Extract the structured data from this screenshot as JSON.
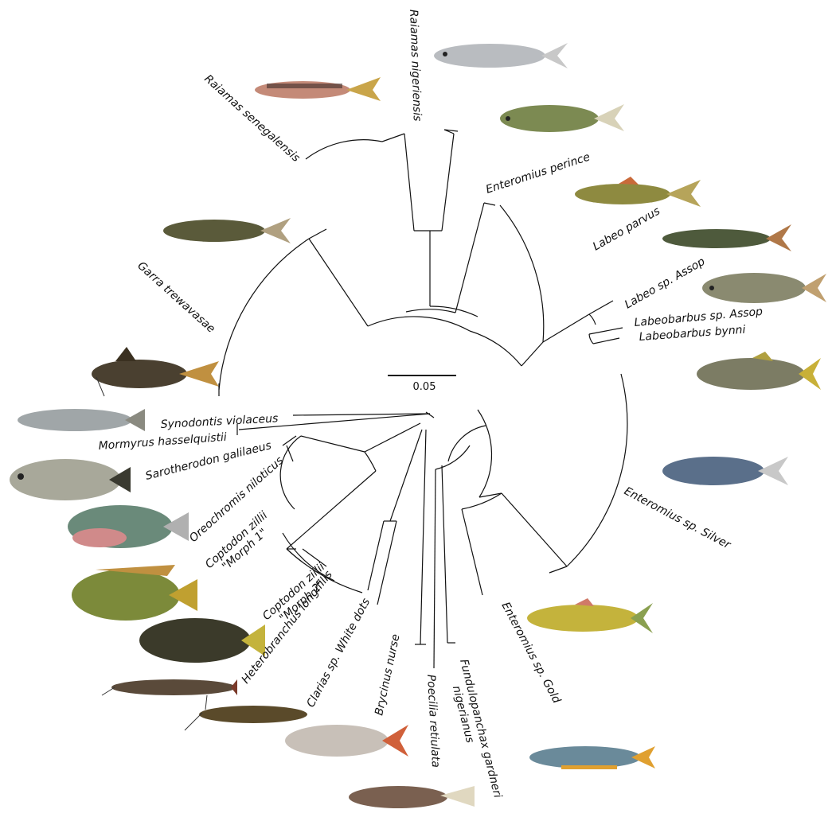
{
  "scale_bar": {
    "label": "0.05"
  },
  "taxa": [
    {
      "id": "raiamas-senegalensis",
      "name": "Raiamas senegalensis"
    },
    {
      "id": "raiamas-nigeriensis",
      "name": "Raiamas nigeriensis"
    },
    {
      "id": "enteromius-perince",
      "name": "Enteromius perince"
    },
    {
      "id": "labeo-parvus",
      "name": "Labeo parvus"
    },
    {
      "id": "labeo-sp-assop",
      "name": "Labeo sp. Assop"
    },
    {
      "id": "labeobarbus-sp-assop",
      "name": "Labeobarbus sp. Assop"
    },
    {
      "id": "labeobarbus-bynni",
      "name": "Labeobarbus bynni"
    },
    {
      "id": "enteromius-sp-silver",
      "name": "Enteromius sp. Silver"
    },
    {
      "id": "enteromius-sp-gold",
      "name": "Enteromius sp. Gold"
    },
    {
      "id": "fundulopanchax",
      "name": "Fundulopanchax gardneri",
      "name2": "nigerianus"
    },
    {
      "id": "poecilia-reticulata",
      "name": "Poecilia retiulata"
    },
    {
      "id": "brycinus-nurse",
      "name": "Brycinus nurse"
    },
    {
      "id": "clarias-sp-white-dots",
      "name": "Clarias sp. White dots"
    },
    {
      "id": "heterobranchus-longifilis",
      "name": "Heterobranchus longifilis"
    },
    {
      "id": "coptodon-morph2",
      "name": "Coptodon zillii",
      "name2": "\"Morph 2\""
    },
    {
      "id": "coptodon-morph1",
      "name": "Coptodon zillii",
      "name2": "\"Morph 1\""
    },
    {
      "id": "oreochromis-niloticus",
      "name": "Oreochromis niloticus"
    },
    {
      "id": "sarotherodon-galilaeus",
      "name": "Sarotherodon galilaeus"
    },
    {
      "id": "mormyrus-hasselquistii",
      "name": "Mormyrus hasselquistii"
    },
    {
      "id": "synodontis-violaceus",
      "name": "Synodontis violaceus"
    },
    {
      "id": "garra-trewavasae",
      "name": "Garra trewavasae"
    }
  ],
  "fish_colors": {
    "silver": "#b9bcc0",
    "olive": "#6f6a3a",
    "greenish": "#7c8a52",
    "dark": "#3b3a2a",
    "yellow": "#c4b33c",
    "pinkish": "#d08a8a",
    "blue": "#5a6f8a"
  }
}
